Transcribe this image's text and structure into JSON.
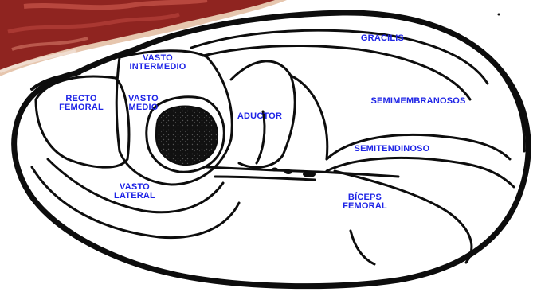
{
  "colors": {
    "label": "#1e24e6",
    "outline": "#0d0d0d",
    "bone": "#111111",
    "meat_dark": "#8a1d1a",
    "meat_mid": "#b5413a",
    "meat_fat": "#e3c0a8",
    "background": "#ffffff"
  },
  "labels": {
    "vasto_intermedio": [
      "VASTO",
      "INTERMEDIO"
    ],
    "recto_femoral": [
      "RECTO",
      "FEMORAL"
    ],
    "vasto_medio": [
      "VASTO",
      "MEDIO"
    ],
    "aductor": [
      "ADUCTOR"
    ],
    "gracilis": [
      "GRACILIS"
    ],
    "semimembranosos": [
      "SEMIMEMBRANOSOS"
    ],
    "semitendinoso": [
      "SEMITENDINOSO"
    ],
    "biceps_femoral": [
      "BÍCEPS",
      "FEMORAL"
    ],
    "vasto_lateral": [
      "VASTO",
      "LATERAL"
    ]
  }
}
